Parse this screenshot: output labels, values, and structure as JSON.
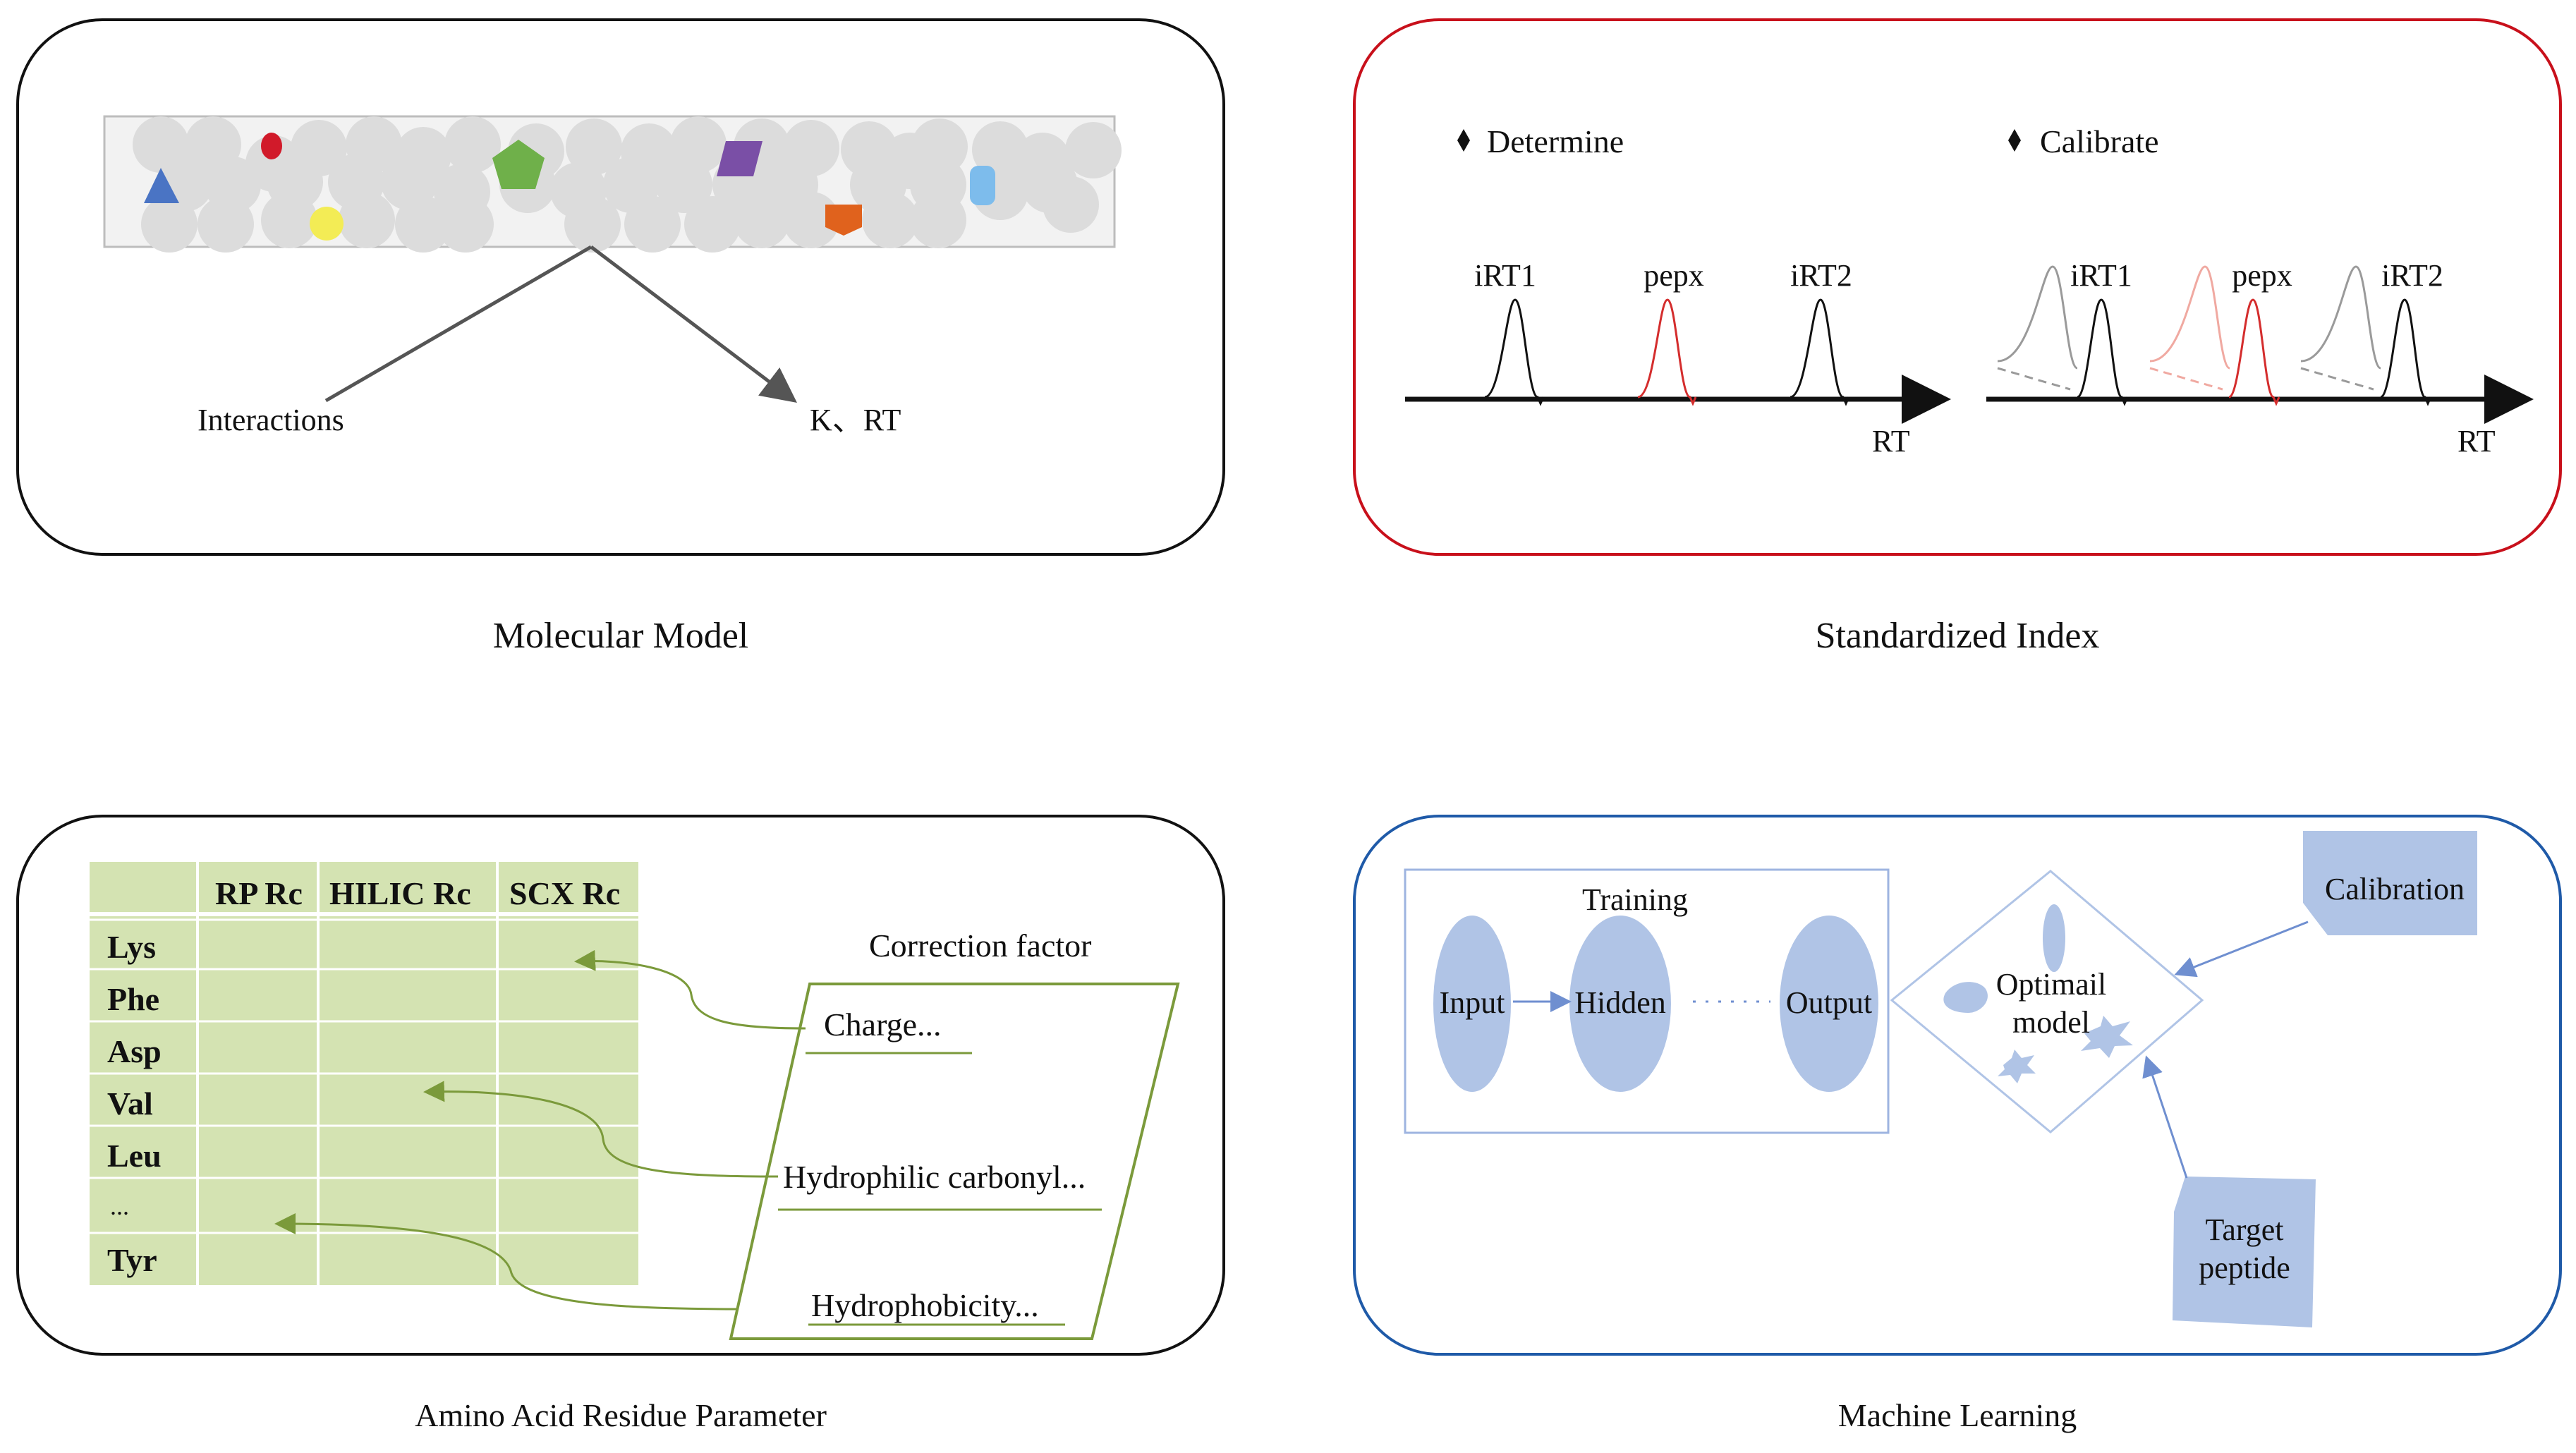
{
  "colors": {
    "molecular_border": "#111111",
    "standardized_border": "#c8101b",
    "amino_border": "#111111",
    "ml_border": "#1f5aa8",
    "table_fill": "#d4e3b2",
    "correction_line": "#7b9a3b",
    "ml_shape_fill": "#b0c4e6",
    "ml_line": "#8aa4d8",
    "peak_black": "#111111",
    "peak_red": "#d42d2d",
    "peak_gray": "#9a9a9a",
    "peak_pink": "#f0a9a1"
  },
  "molecular": {
    "caption": "Molecular Model",
    "label_interactions": "Interactions",
    "label_k_rt": "K、RT"
  },
  "standardized": {
    "caption": "Standardized Index",
    "determine": "Determine",
    "calibrate": "Calibrate",
    "left_peaks": [
      "iRT1",
      "pepx",
      "iRT2"
    ],
    "right_peaks": [
      "iRT1",
      "pepx",
      "iRT2"
    ],
    "axis_label_left": "RT",
    "axis_label_right": "RT",
    "bullet_icon": "diamond-bullet-icon"
  },
  "amino": {
    "caption": "Amino Acid Residue Parameter",
    "columns": [
      "RP Rc",
      "HILIC Rc",
      "SCX Rc"
    ],
    "rows": [
      "Lys",
      "Phe",
      "Asp",
      "Val",
      "Leu",
      "...",
      "Tyr"
    ],
    "correction_title": "Correction factor",
    "factors": [
      "Charge...",
      "Hydrophilic carbonyl...",
      "Hydrophobicity..."
    ]
  },
  "ml": {
    "caption": "Machine Learning",
    "training": "Training",
    "input": "Input",
    "hidden": "Hidden",
    "output": "Output",
    "optimal_line1": "Optimail",
    "optimal_line2": "model",
    "calibration": "Calibration",
    "target_line1": "Target",
    "target_line2": "peptide"
  }
}
